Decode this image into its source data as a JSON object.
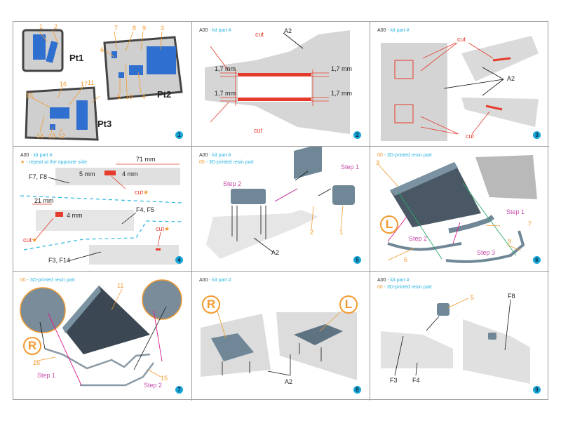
{
  "legend": {
    "kit_code": "A00",
    "kit_text": " - kit part #",
    "resin_code": "00",
    "resin_text": " - 3D-printed resin part",
    "star": "★",
    "star_text": " - repeat at the opposite side"
  },
  "colors": {
    "kit_legend": "#2bb5e0",
    "resin_number": "#f39a2e",
    "cut_red": "#e53b2c",
    "step_pink": "#c54aa8",
    "badge": "#19a5d8",
    "resin_part": "#6f8796"
  },
  "panels": [
    {
      "step": "1",
      "labels": {
        "pt1": "Pt1",
        "pt2": "Pt2",
        "pt3": "Pt3",
        "parts": [
          "1",
          "2",
          "3",
          "4",
          "5",
          "6",
          "7",
          "8",
          "9",
          "10",
          "11",
          "12",
          "13",
          "14",
          "15",
          "16",
          "17"
        ]
      }
    },
    {
      "step": "2",
      "labels": {
        "part": "A2",
        "cut_top": "cut",
        "cut_bottom": "cut",
        "dim_tl": "1,7 mm",
        "dim_bl": "1,7 mm",
        "dim_tr": "1,7 mm",
        "dim_br": "1,7 mm"
      }
    },
    {
      "step": "3",
      "labels": {
        "cut_top": "cut",
        "cut_bottom": "cut",
        "part": "A2"
      }
    },
    {
      "step": "4",
      "labels": {
        "f7f8": "F7, F8",
        "f4f5": "F4, F5",
        "f3f14": "F3, F14",
        "dim_71": "71 mm",
        "dim_5": "5 mm",
        "dim_4a": "4 mm",
        "dim_21": "21 mm",
        "dim_4b": "4 mm",
        "cut1": "cut",
        "cut2": "cut",
        "cut3": "cut",
        "star": "★"
      }
    },
    {
      "step": "5",
      "labels": {
        "step1": "Step 1",
        "step2": "Step 2",
        "part1": "1",
        "part2": "2",
        "part": "A2"
      }
    },
    {
      "step": "6",
      "labels": {
        "side": "L",
        "part3": "3",
        "part6": "6",
        "part7": "7",
        "part9": "9",
        "step1": "Step 1",
        "step2": "Step 2",
        "step3": "Step 3"
      }
    },
    {
      "step": "7",
      "labels": {
        "side": "R",
        "part11": "11",
        "part15": "15",
        "part16": "16",
        "step1": "Step 1",
        "step2": "Step 2"
      }
    },
    {
      "step": "8",
      "labels": {
        "side_r": "R",
        "side_l": "L",
        "part": "A2"
      }
    },
    {
      "step": "9",
      "labels": {
        "part5": "5",
        "f3": "F3",
        "f4": "F4",
        "f8": "F8"
      }
    }
  ]
}
